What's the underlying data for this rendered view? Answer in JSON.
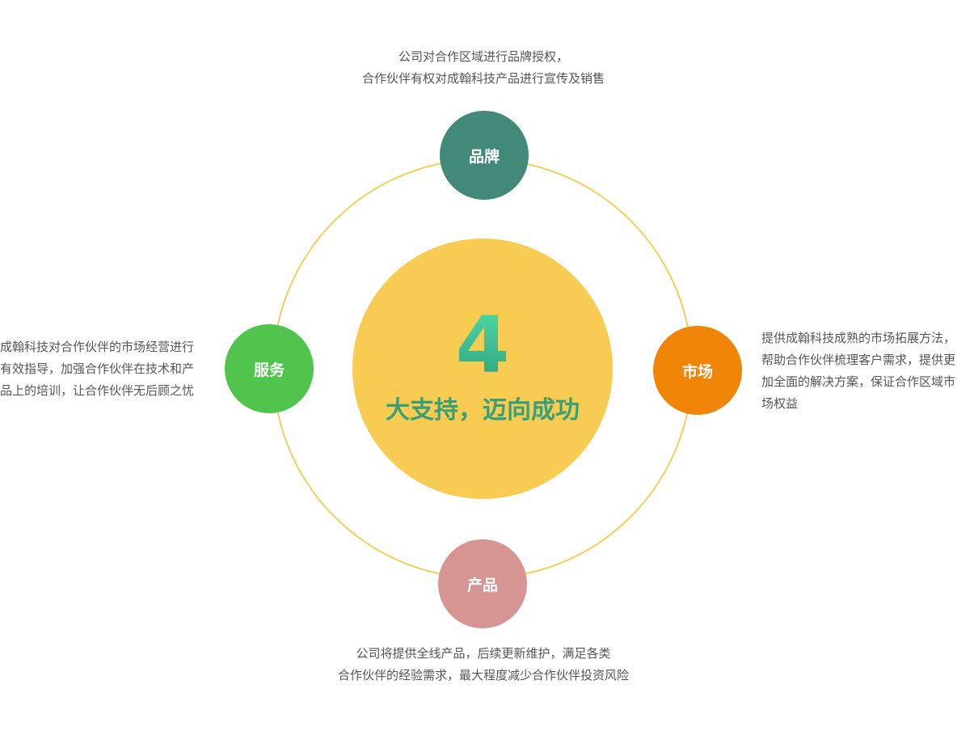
{
  "center": {
    "number": "4",
    "slogan": "大支持，迈向成功"
  },
  "nodes": {
    "brand": "品牌",
    "service": "服务",
    "market": "市场",
    "product": "产品"
  },
  "descriptions": {
    "brand": [
      "公司对合作区域进行品牌授权，",
      "合作伙伴有权对成翰科技产品进行宣传及销售"
    ],
    "service": [
      "成翰科技对合作伙伴的市场经营进行",
      "有效指导，加强合作伙伴在技术和产",
      "品上的培训，让合作伙伴无后顾之忧"
    ],
    "market": [
      "提供成翰科技成熟的市场拓展方法，",
      "帮助合作伙伴梳理客户需求，提供更",
      "加全面的解决方案，保证合作区域市",
      "场权益"
    ],
    "product": [
      "公司将提供全线产品，后续更新维护，满足各类",
      "合作伙伴的经验需求，最大程度减少合作伙伴投资风险"
    ]
  },
  "colors": {
    "ring": "#f3cf5c",
    "center": "#f8cc52",
    "brand": "#43897a",
    "service": "#50c44d",
    "market": "#ef8407",
    "product": "#d69592",
    "slogan": "#3a9e76"
  }
}
